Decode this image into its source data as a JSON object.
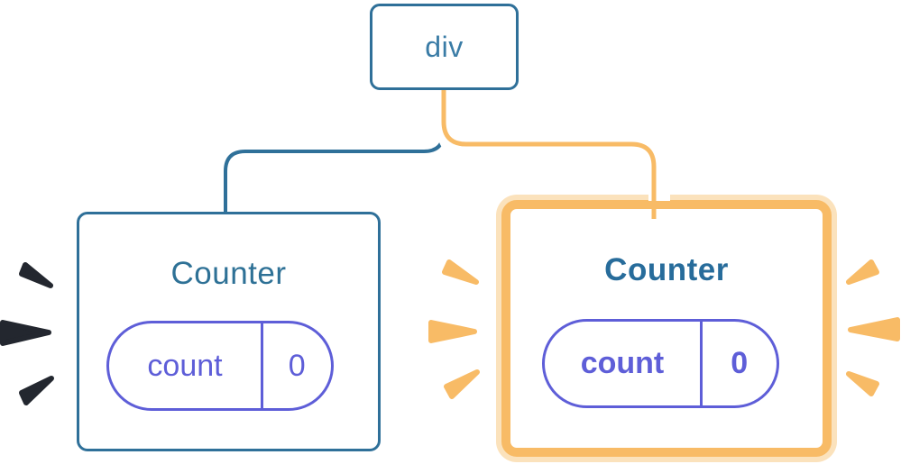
{
  "diagram": {
    "description": "Component tree: a div root with two Counter children; the right Counter is newly mounted (highlighted orange with sparks), the left keeps its state (dark sparks).",
    "root": {
      "label": "div"
    },
    "children": [
      {
        "title": "Counter",
        "state_key": "count",
        "state_value": "0",
        "highlighted": false
      },
      {
        "title": "Counter",
        "state_key": "count",
        "state_value": "0",
        "highlighted": true
      }
    ]
  },
  "colors": {
    "blue_line": "#2F7099",
    "blue_text": "#3A7CA6",
    "title_blue": "#2E7196",
    "title_blue_bold": "#276C9B",
    "purple": "#5E5ED8",
    "orange": "#F8BB66",
    "peach": "#FBE2BC",
    "dark_spark": "#23272F",
    "background": "#FFFFFF"
  }
}
